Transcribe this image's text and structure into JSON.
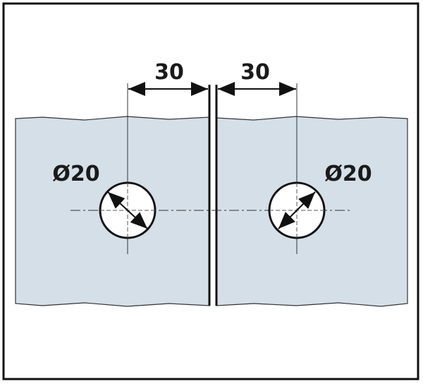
{
  "dimensions": {
    "left_spacing": "30",
    "right_spacing": "30",
    "left_hole_diameter": "Ø20",
    "right_hole_diameter": "Ø20"
  },
  "colors": {
    "glass": "#d5dfe8",
    "outline": "#111111",
    "background": "#ffffff"
  }
}
